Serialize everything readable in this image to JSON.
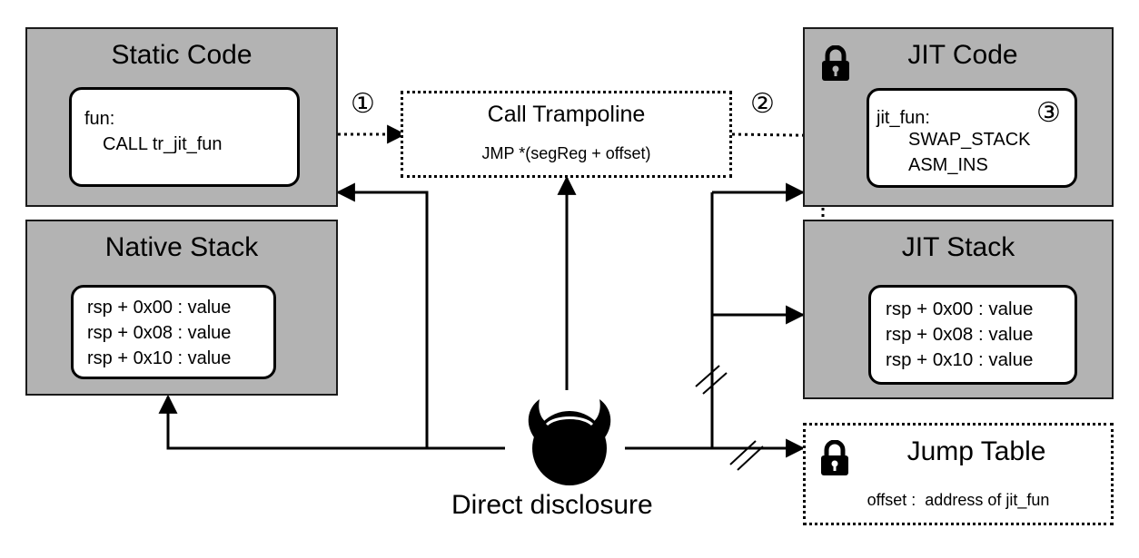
{
  "static_code": {
    "title": "Static Code",
    "fun_label": "fun:",
    "call": "CALL tr_jit_fun"
  },
  "native_stack": {
    "title": "Native Stack",
    "rows": [
      "rsp + 0x00 : value",
      "rsp + 0x08 : value",
      "rsp + 0x10 : value"
    ]
  },
  "trampoline": {
    "title": "Call Trampoline",
    "jmp": "JMP *(segReg + offset)"
  },
  "jit_code": {
    "title": "JIT Code",
    "fun_label": "jit_fun:",
    "instructions": [
      "SWAP_STACK",
      "ASM_INS"
    ]
  },
  "jit_stack": {
    "title": "JIT Stack",
    "rows": [
      "rsp + 0x00 : value",
      "rsp + 0x08 : value",
      "rsp + 0x10 : value"
    ]
  },
  "jump_table": {
    "title": "Jump Table",
    "entry": "offset :  address of jit_fun"
  },
  "steps": {
    "one": "①",
    "two": "②",
    "three": "③"
  },
  "attacker": {
    "label": "Direct disclosure"
  },
  "icons": {
    "lock": "lock-icon",
    "attacker": "devil-icon"
  },
  "colors": {
    "region_fill": "#b3b3b3",
    "box_fill": "#ffffff",
    "ink": "#000000"
  }
}
